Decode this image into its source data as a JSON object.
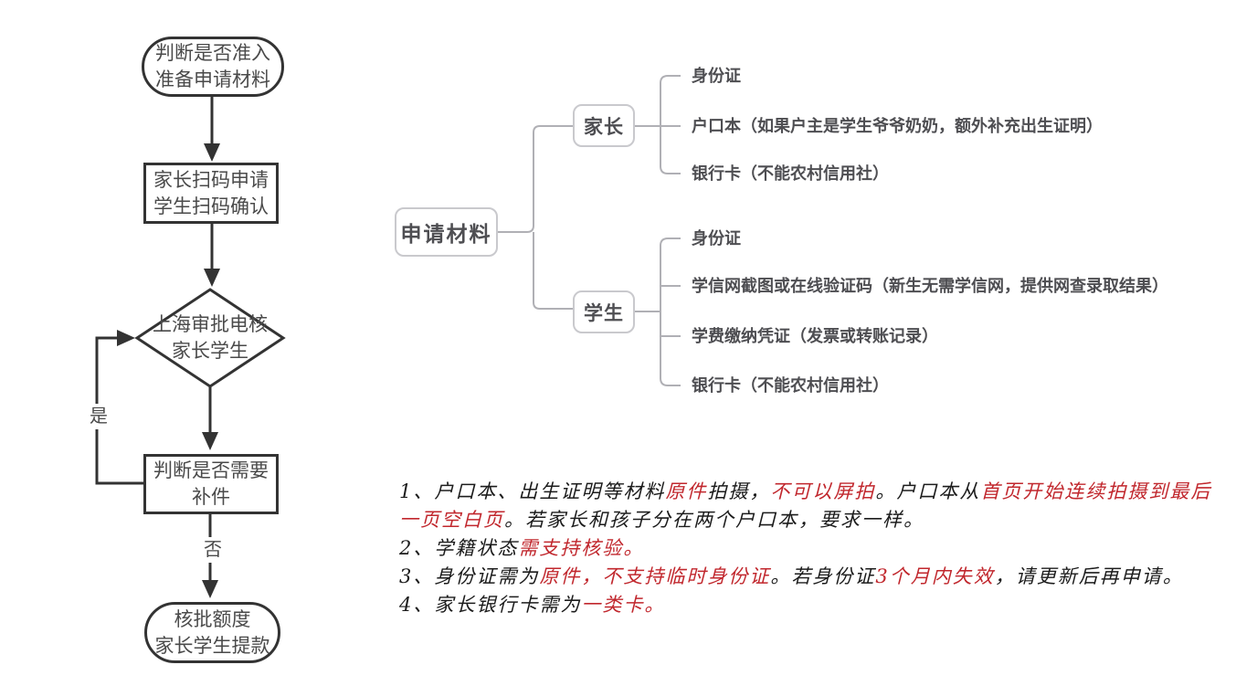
{
  "flowchart": {
    "start": "判断是否准入\n准备申请材料",
    "scan": "家长扫码申请\n学生扫码确认",
    "decision": "上海审批电核\n家长学生",
    "supplement": "判断是否需要\n补件",
    "end": "核批额度\n家长学生提款",
    "edge_yes": "是",
    "edge_no": "否"
  },
  "mindmap": {
    "root": "申请材料",
    "branches": [
      {
        "label": "家长",
        "children": [
          {
            "label": "身份证"
          },
          {
            "label": "户口本（如果户主是学生爷爷奶奶，额外补充出生证明）"
          },
          {
            "label": "银行卡（不能农村信用社）"
          }
        ]
      },
      {
        "label": "学生",
        "children": [
          {
            "label": "身份证"
          },
          {
            "label": "学信网截图或在线验证码（新生无需学信网，提供网查录取结果）"
          },
          {
            "label": "学费缴纳凭证（发票或转账记录）"
          },
          {
            "label": "银行卡（不能农村信用社）"
          }
        ]
      }
    ]
  },
  "notes": {
    "items": [
      {
        "segments": [
          {
            "text": "1、户口本、出生证明等材料",
            "color": "black"
          },
          {
            "text": "原件",
            "color": "red"
          },
          {
            "text": "拍摄，",
            "color": "black"
          },
          {
            "text": "不可以屏拍",
            "color": "red"
          },
          {
            "text": "。户口本从",
            "color": "black"
          },
          {
            "text": "首页开始连续拍摄到最后一页空白页",
            "color": "red"
          },
          {
            "text": "。若家长和孩子分在两个户口本，要求一样。",
            "color": "black"
          }
        ]
      },
      {
        "segments": [
          {
            "text": "2、学籍状态",
            "color": "black"
          },
          {
            "text": "需支持核验。",
            "color": "red"
          }
        ]
      },
      {
        "segments": [
          {
            "text": "3、身份证需为",
            "color": "black"
          },
          {
            "text": "原件，不支持临时身份证",
            "color": "red"
          },
          {
            "text": "。若身份证",
            "color": "black"
          },
          {
            "text": "3个月内失效",
            "color": "red"
          },
          {
            "text": "，请更新后再申请。",
            "color": "black"
          }
        ]
      },
      {
        "segments": [
          {
            "text": "4、家长银行卡需为",
            "color": "black"
          },
          {
            "text": "一类卡。",
            "color": "red"
          }
        ]
      }
    ]
  },
  "colors": {
    "flowchart_stroke": "#333333",
    "flowchart_text": "#4a4a4a",
    "mindmap_line": "#b0b0b5",
    "mindmap_text": "#4e4e52",
    "note_black": "#1b1b1b",
    "note_red": "#c1272d",
    "background": "#ffffff"
  }
}
